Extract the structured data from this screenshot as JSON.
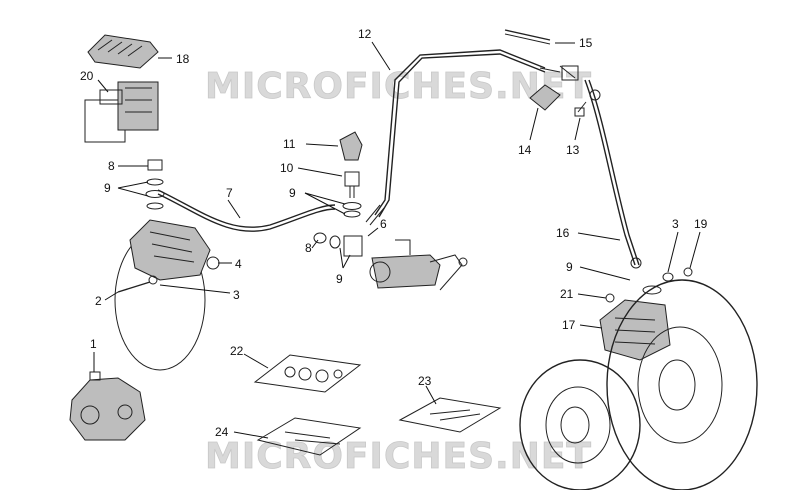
{
  "watermarks": [
    "MICROFICHES.NET",
    "MICROFICHES.NET"
  ],
  "callouts": {
    "c1": "1",
    "c2": "2",
    "c3a": "3",
    "c3b": "3",
    "c4": "4",
    "c6": "6",
    "c7": "7",
    "c8a": "8",
    "c8b": "8",
    "c9a": "9",
    "c9b": "9",
    "c9c": "9",
    "c9d": "9",
    "c10": "10",
    "c11": "11",
    "c12": "12",
    "c13": "13",
    "c14": "14",
    "c15": "15",
    "c16": "16",
    "c17": "17",
    "c18": "18",
    "c19": "19",
    "c20": "20",
    "c21": "21",
    "c22": "22",
    "c23": "23",
    "c24": "24"
  }
}
